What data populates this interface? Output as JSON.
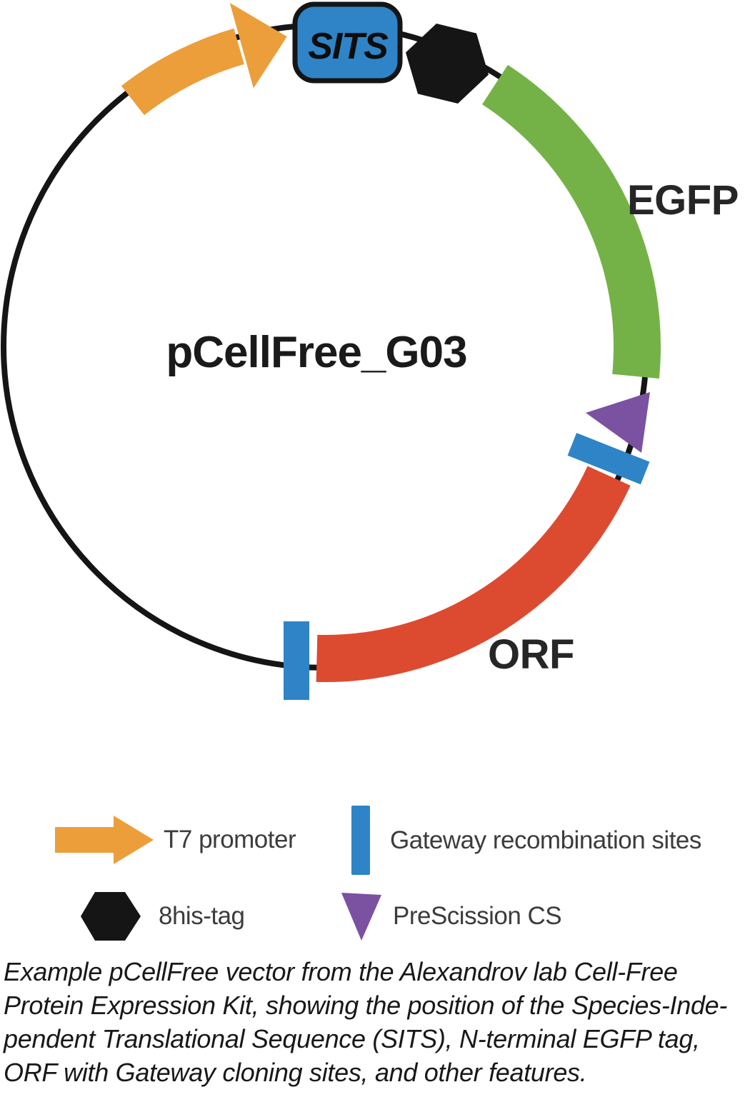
{
  "figure": {
    "plasmid_name": "pCellFree_G03",
    "feature_labels": {
      "sits": "SITS",
      "egfp": "EGFP",
      "orf": "ORF"
    }
  },
  "legend": {
    "items": [
      {
        "id": "t7-promoter",
        "label": "T7 promoter"
      },
      {
        "id": "gateway-recombination-sites",
        "label": "Gateway recombination sites"
      },
      {
        "id": "8his-tag",
        "label": "8his-tag"
      },
      {
        "id": "prescission-cs",
        "label": "PreScission CS"
      }
    ]
  },
  "caption": {
    "lines": [
      "Example pCellFree vector from the Alexandrov lab Cell-Free",
      "Protein Expression Kit, showing the position of the Species-Inde-",
      "pendent Translational Sequence (SITS), N-terminal EGFP tag,",
      "ORF with Gateway cloning sites, and other features."
    ]
  },
  "colors": {
    "orange": "#EB9E3A",
    "blue": "#2E84C6",
    "green": "#74B247",
    "red": "#DC4B30",
    "purple": "#7B51A2",
    "black": "#151515",
    "legend_text": "#3C3C3C"
  }
}
